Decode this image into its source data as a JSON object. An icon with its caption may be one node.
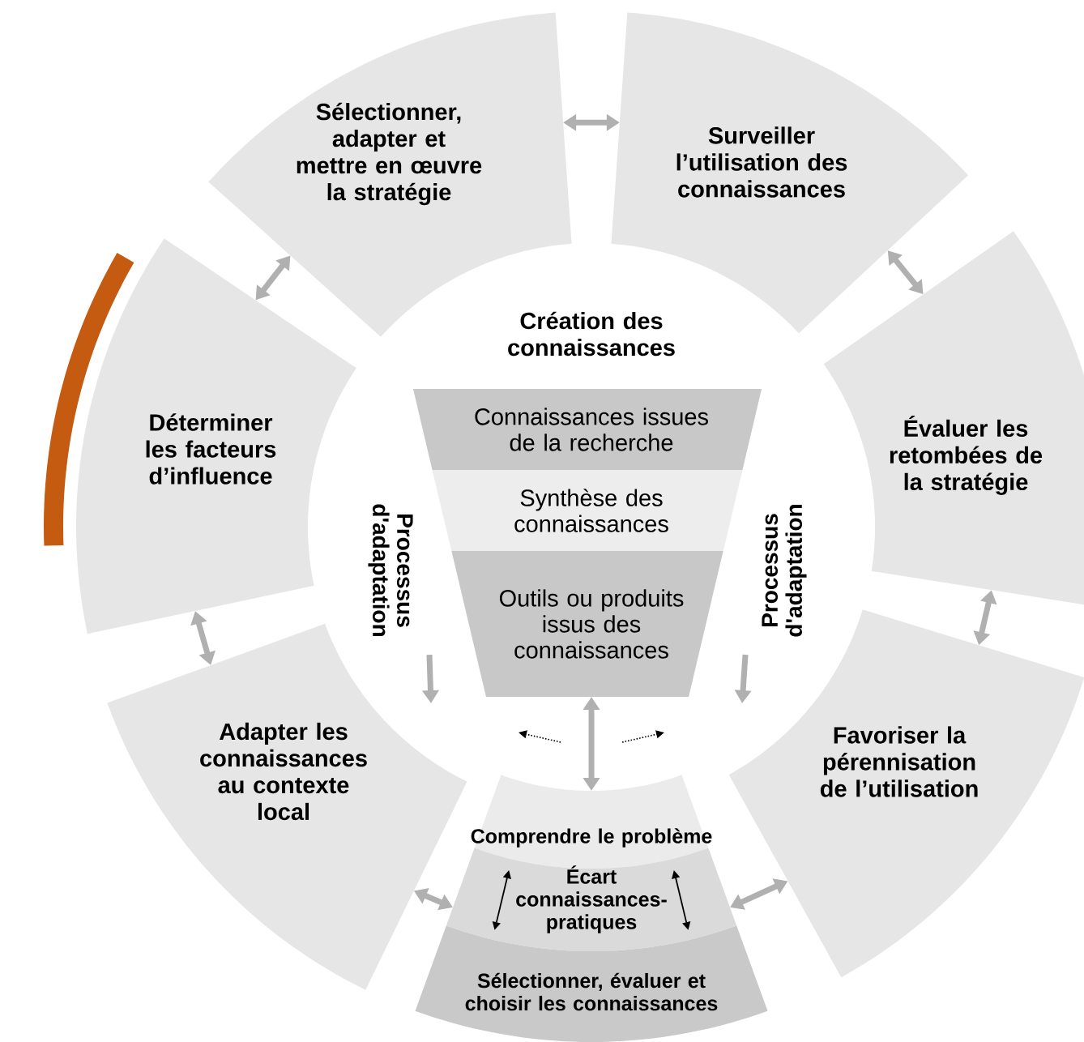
{
  "diagram": {
    "nodes": [
      {
        "text": [
          "Déterminer les facteurs d’influence"
        ]
      },
      {
        "text": [
          "Sélectionner, adapter et mettre en œuvre la stratégie"
        ]
      },
      {
        "text": [
          "Surveiller l’utilisation des connaissances"
        ]
      },
      {
        "text": [
          "Évaluer les retombées de la stratégie"
        ]
      },
      {
        "text": [
          "Favoriser la pérennisation de l’utilisation"
        ]
      },
      {
        "text": [
          "Adapter les connaissances au contexte local"
        ]
      },
      {
        "text": [
          "Création des connaissances"
        ]
      },
      {
        "text": [
          "Connaissances issues de la recherche"
        ],
        "in": 6
      },
      {
        "text": [
          "Synthèse des connaissances"
        ],
        "in": 6
      },
      {
        "text": [
          "Outils ou produits issus des connaissances"
        ],
        "in": 6
      },
      {
        "text": [
          "Comprendre le problème"
        ]
      },
      {
        "text": [
          "Écart connaissances-pratiques"
        ]
      },
      {
        "text": [
          "Sélectionner, évaluer et choisir les connaissances"
        ]
      }
    ],
    "edges": [
      {
        "from": 0,
        "to": 1,
        "arrow": "both"
      },
      {
        "from": 1,
        "to": 2,
        "arrow": "both"
      },
      {
        "from": 2,
        "to": 3,
        "arrow": "both"
      },
      {
        "from": 3,
        "to": 4,
        "arrow": "both"
      },
      {
        "from": 0,
        "to": 5,
        "arrow": "both"
      },
      {
        "from": 5,
        "to": 11,
        "arrow": "both"
      },
      {
        "from": 4,
        "to": 11,
        "arrow": "both"
      },
      {
        "from": 9,
        "to": 10,
        "arrow": "both"
      }
    ],
    "labels": [
      "Processus d'adaptation",
      "Processus d'adaptation"
    ]
  }
}
